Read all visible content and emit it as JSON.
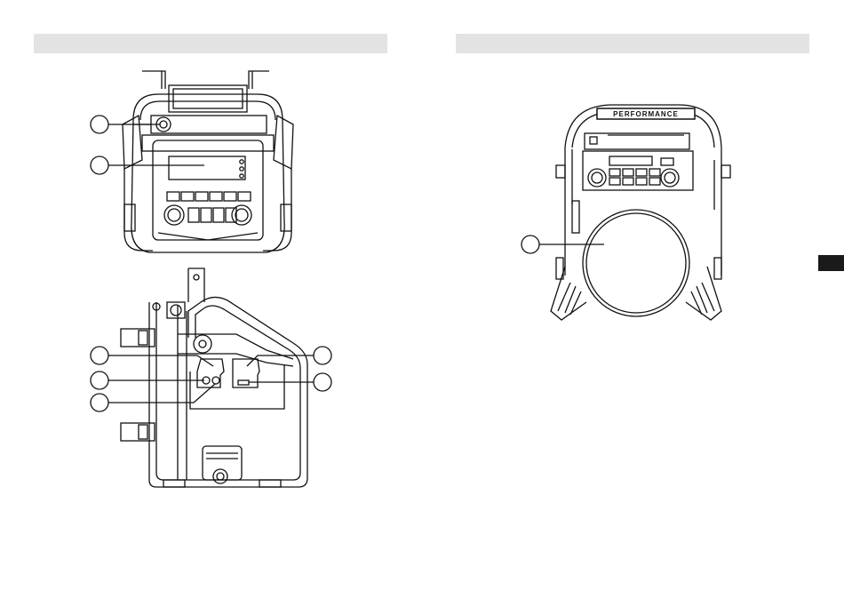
{
  "page": {
    "left_header": "",
    "right_header": "",
    "brand_logo": "PERFORMANCE",
    "side_tab_color": "#1a1a1a",
    "header_color": "#e3e3e3"
  },
  "figures": [
    {
      "name": "radio-front-view",
      "callouts": 2
    },
    {
      "name": "radio-back-view",
      "callouts": 5
    },
    {
      "name": "speaker-front-view",
      "callouts": 1
    }
  ]
}
